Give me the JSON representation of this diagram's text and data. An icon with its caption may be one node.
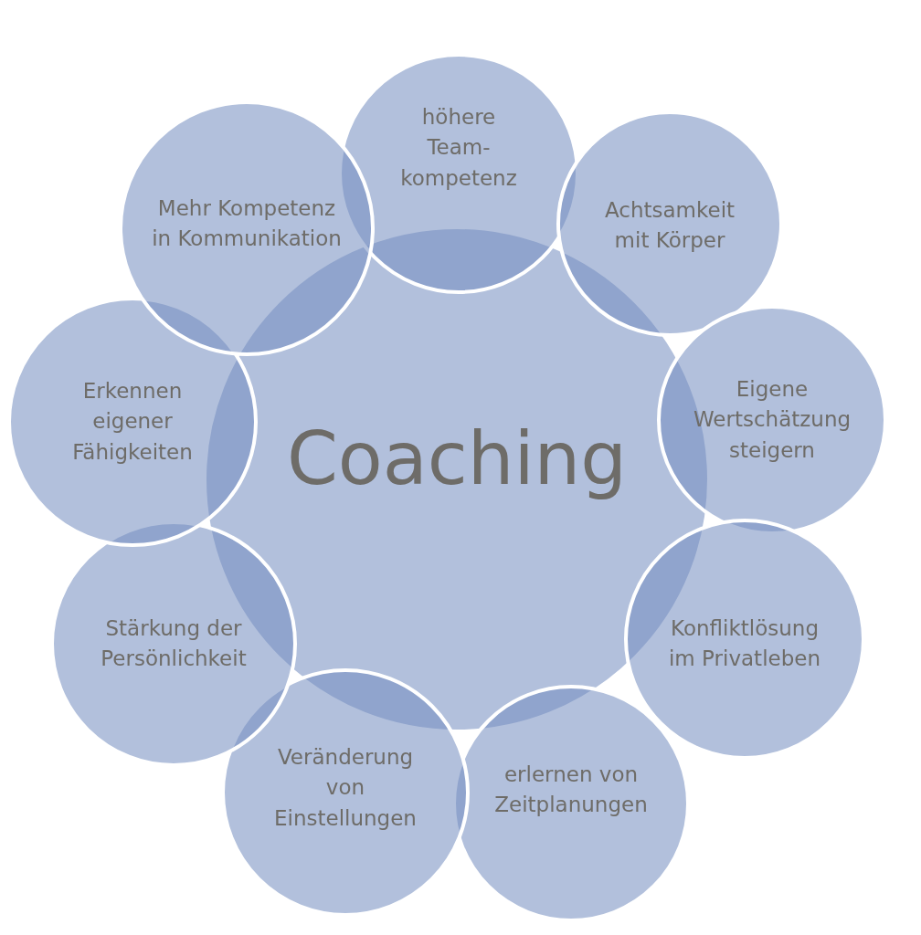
{
  "diagram": {
    "nodes": [
      {
        "text": [
          "Coaching"
        ]
      },
      {
        "text": [
          "höhere Team-kompetenz"
        ]
      },
      {
        "text": [
          "Achtsamkeit mit Körper"
        ]
      },
      {
        "text": [
          "Eigene Wertschätzung steigern"
        ]
      },
      {
        "text": [
          "Konfliktlösung im Privatleben"
        ]
      },
      {
        "text": [
          "erlernen von Zeitplanungen"
        ]
      },
      {
        "text": [
          "Veränderung von Einstellungen"
        ]
      },
      {
        "text": [
          "Stärkung der Persönlichkeit"
        ]
      },
      {
        "text": [
          "Erkennen eigener Fähigkeiten"
        ]
      },
      {
        "text": [
          "Mehr Kompetenz in Kommunikation"
        ]
      }
    ]
  }
}
